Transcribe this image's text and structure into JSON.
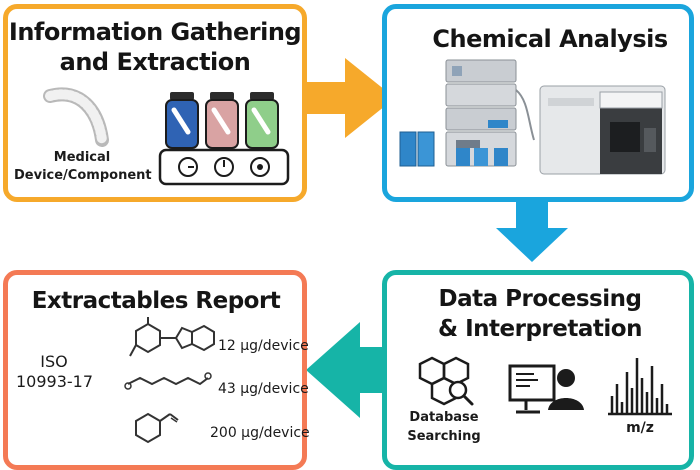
{
  "colors": {
    "orange_panel": "#F6A92B",
    "blue_panel": "#1AA5DD",
    "teal_panel": "#16B4A7",
    "salmon_panel": "#F47A55"
  },
  "panels": {
    "gathering": {
      "title_line1": "Information Gathering",
      "title_line2": "and Extraction",
      "device_line1": "Medical",
      "device_line2": "Device/Component"
    },
    "analysis": {
      "title": "Chemical Analysis"
    },
    "processing": {
      "title_line1": "Data Processing",
      "title_line2": "& Interpretation",
      "db_line1": "Database",
      "db_line2": "Searching",
      "mz_label": "m/z"
    },
    "report": {
      "title": "Extractables Report",
      "iso_line1": "ISO",
      "iso_line2": "10993-17",
      "amounts": [
        "12 μg/device",
        "43 μg/device",
        "200 μg/device"
      ]
    }
  },
  "icons": [
    "medical-tube-icon",
    "extraction-jars-icon",
    "lc-instrument-icon",
    "mass-spectrometer-icon",
    "database-search-icon",
    "analyst-computer-icon",
    "mass-spectrum-icon",
    "chemical-structure-icon"
  ]
}
